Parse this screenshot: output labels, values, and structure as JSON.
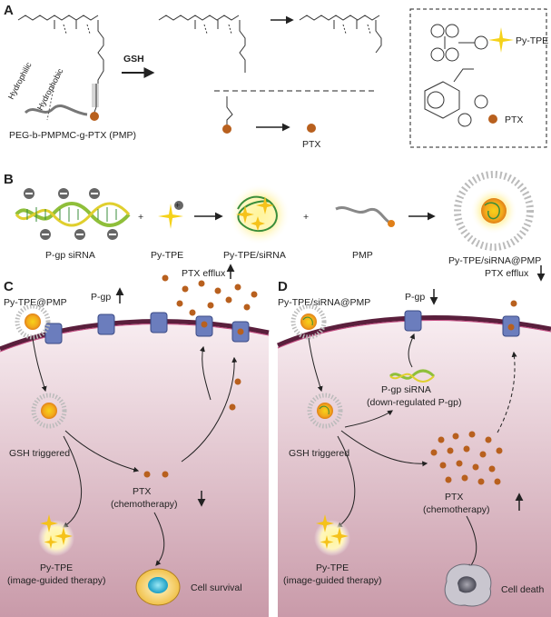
{
  "panels": {
    "a": "A",
    "b": "B",
    "c": "C",
    "d": "D"
  },
  "panel_a": {
    "hydrophilic": "Hydrophilic",
    "hydrophobic": "Hydrophobic",
    "gsh": "GSH",
    "polymer_caption": "PEG-b-PMPMC-g-PTX (PMP)",
    "ptx_caption": "PTX",
    "legend_pytpe": "Py-TPE",
    "legend_ptx": "PTX"
  },
  "panel_b": {
    "sirna": "P-gp siRNA",
    "plus1": "+",
    "pytpe": "Py-TPE",
    "complex": "Py-TPE/siRNA",
    "plus2": "+",
    "pmp": "PMP",
    "final": "Py-TPE/siRNA@PMP"
  },
  "panel_c": {
    "nano": "Py-TPE@PMP",
    "pgp": "P-gp",
    "efflux": "PTX efflux",
    "gsh": "GSH triggered",
    "ptx": "PTX",
    "chemo": "(chemotherapy)",
    "pytpe": "Py-TPE",
    "image": "(image-guided therapy)",
    "outcome": "Cell survival"
  },
  "panel_d": {
    "nano": "Py-TPE/siRNA@PMP",
    "pgp": "P-gp",
    "efflux": "PTX efflux",
    "sirna": "P-gp siRNA",
    "downreg": "(down-regulated P-gp)",
    "gsh": "GSH triggered",
    "ptx": "PTX",
    "chemo": "(chemotherapy)",
    "pytpe": "Py-TPE",
    "image": "(image-guided therapy)",
    "outcome": "Cell death"
  },
  "colors": {
    "ptx": "#b8601e",
    "membrane": "#5a1f3c",
    "membrane_line": "#b0306a",
    "pump": "#6b7dbd",
    "cyto_top": "#f7e9ee",
    "cyto_bottom": "#c79aa8",
    "pytpe_star": "#f5d21a",
    "glow": "#fff3a0",
    "sirna_green": "#8fbf3a",
    "sirna_yellow": "#e0cf2e"
  }
}
